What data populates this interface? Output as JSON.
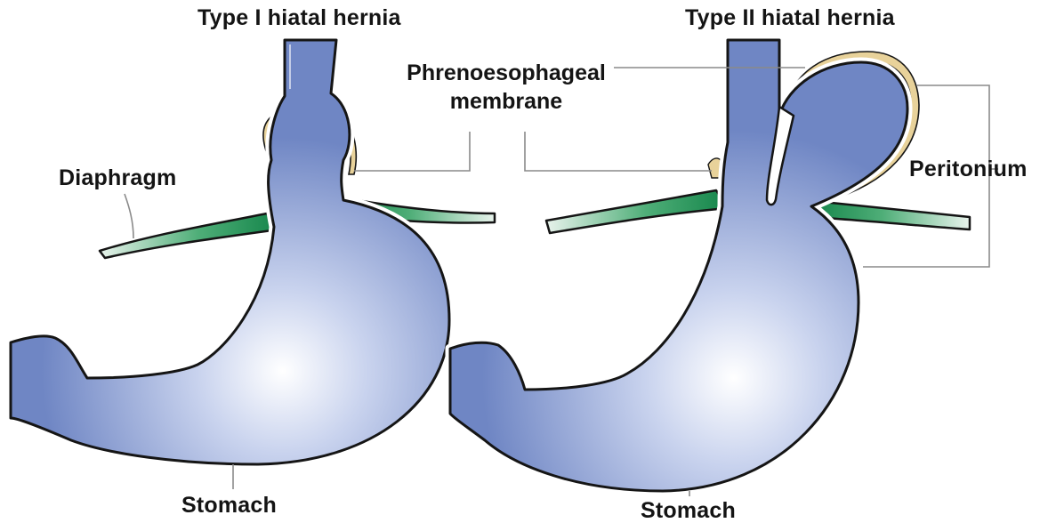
{
  "diagram": {
    "left_title": "Type I hiatal hernia",
    "right_title": "Type II hiatal hernia",
    "labels": {
      "diaphragm": "Diaphragm",
      "phrenoesophageal_line1": "Phrenoesophageal",
      "phrenoesophageal_line2": "membrane",
      "peritonium": "Peritonium",
      "stomach_left": "Stomach",
      "stomach_right": "Stomach"
    },
    "colors": {
      "stomach_fill": "#6f86c4",
      "stomach_highlight": "#ffffff",
      "diaphragm": "#1f8a4c",
      "membrane": "#e8d29a",
      "outline": "#151515",
      "leader_line": "#8a8a8a"
    }
  }
}
